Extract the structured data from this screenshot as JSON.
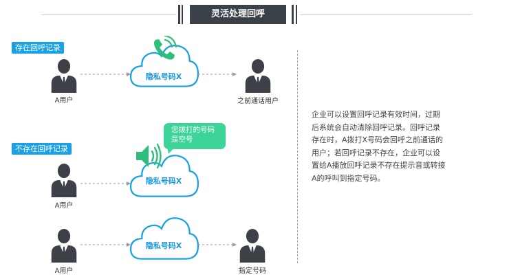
{
  "header": {
    "title": "灵活处理回呼"
  },
  "sections": {
    "exist": {
      "tag": "存在回呼记录",
      "caller": "A用户",
      "cloud": "隐私号码X",
      "callee": "之前通话用户"
    },
    "not_exist": {
      "tag": "不存在回呼记录",
      "caller": "A用户",
      "cloud": "隐私号码X",
      "bubble_line1": "您拨打的号码",
      "bubble_line2": "是空号"
    },
    "transfer": {
      "caller": "A用户",
      "cloud": "隐私号码X",
      "callee": "指定号码"
    }
  },
  "description": "企业可以设置回呼记录有效时间，过期后系统会自动清除回呼记录。回呼记录存在时，A拨打X号码会回呼之前通话的用户；若回呼记录不存在，企业可以设置给A播放回呼记录不存在提示音或转接A的呼叫到指定号码。",
  "colors": {
    "accent": "#1aa0e6",
    "header_bg": "#3b4148",
    "bubble": "#3dd49a",
    "phone_green": "#2dbf7a"
  }
}
